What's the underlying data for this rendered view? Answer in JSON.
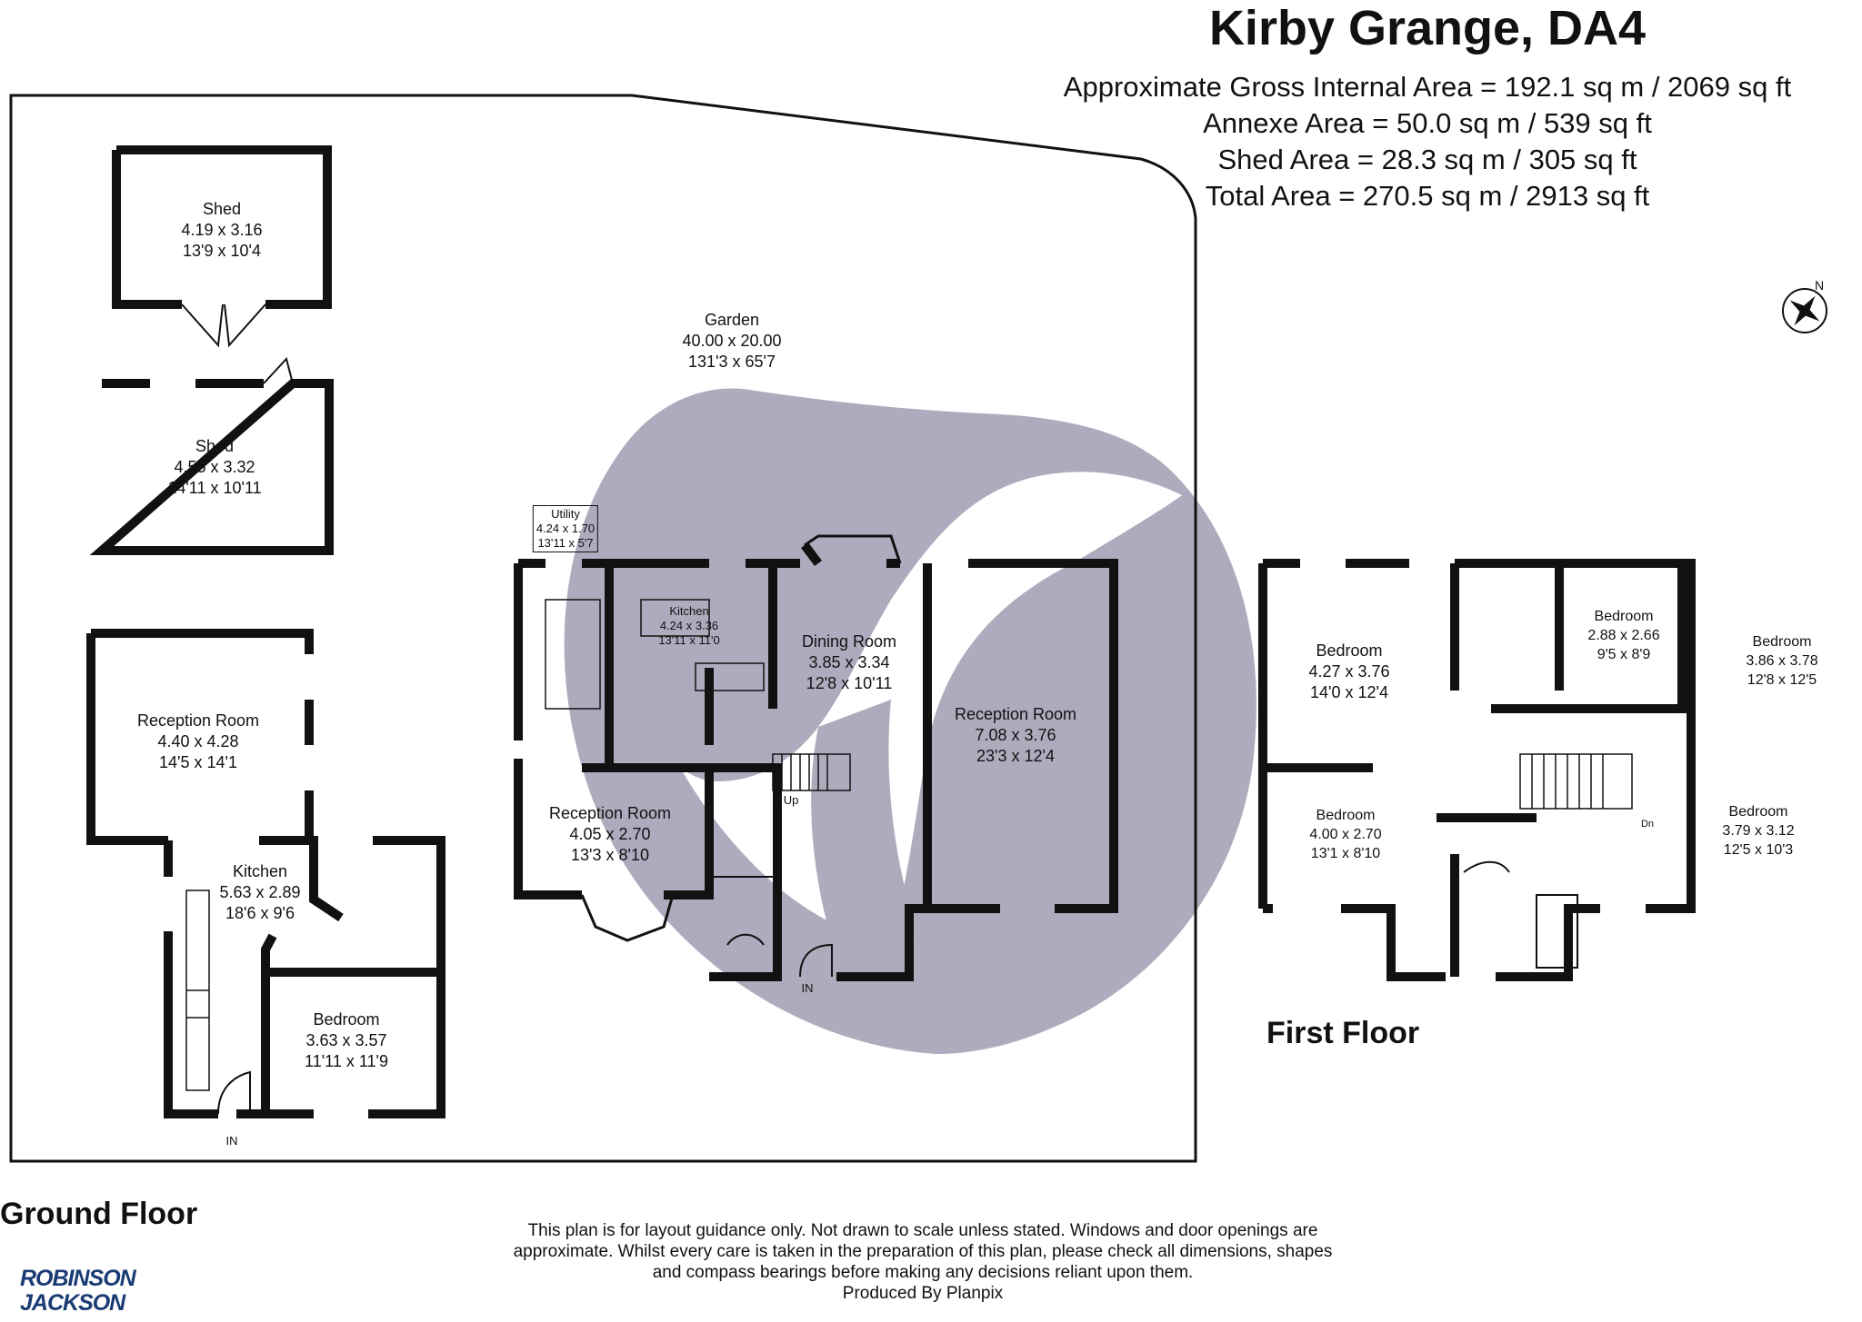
{
  "header": {
    "title": "Kirby Grange, DA4",
    "areas": [
      "Approximate Gross Internal Area = 192.1 sq m / 2069 sq ft",
      "Annexe Area = 50.0 sq m / 539 sq ft",
      "Shed Area = 28.3 sq m / 305 sq ft",
      "Total Area = 270.5 sq m / 2913 sq ft"
    ]
  },
  "compass_letter": "N",
  "floors": {
    "ground": "Ground Floor",
    "first": "First Floor"
  },
  "rooms": {
    "shed1": {
      "name": "Shed",
      "metric": "4.19 x 3.16",
      "imperial": "13'9 x 10'4"
    },
    "shed2": {
      "name": "Shed",
      "metric": "4.55 x 3.32",
      "imperial": "14'11 x 10'11"
    },
    "garden": {
      "name": "Garden",
      "metric": "40.00 x 20.00",
      "imperial": "131'3 x 65'7"
    },
    "utility": {
      "name": "Utility",
      "metric": "4.24 x 1.70",
      "imperial": "13'11 x 5'7"
    },
    "kitchen_main": {
      "name": "Kitchen",
      "metric": "4.24 x 3.36",
      "imperial": "13'11 x 11'0"
    },
    "dining": {
      "name": "Dining Room",
      "metric": "3.85 x 3.34",
      "imperial": "12'8 x 10'11"
    },
    "reception_large": {
      "name": "Reception Room",
      "metric": "7.08 x 3.76",
      "imperial": "23'3 x 12'4"
    },
    "reception_front": {
      "name": "Reception Room",
      "metric": "4.05 x 2.70",
      "imperial": "13'3 x 8'10"
    },
    "annexe_reception": {
      "name": "Reception Room",
      "metric": "4.40 x 4.28",
      "imperial": "14'5 x 14'1"
    },
    "annexe_kitchen": {
      "name": "Kitchen",
      "metric": "5.63 x 2.89",
      "imperial": "18'6 x 9'6"
    },
    "annexe_bedroom": {
      "name": "Bedroom",
      "metric": "3.63 x 3.57",
      "imperial": "11'11 x 11'9"
    },
    "bed1": {
      "name": "Bedroom",
      "metric": "4.27 x 3.76",
      "imperial": "14'0 x 12'4"
    },
    "bed2": {
      "name": "Bedroom",
      "metric": "2.88 x 2.66",
      "imperial": "9'5 x 8'9"
    },
    "bed3": {
      "name": "Bedroom",
      "metric": "3.86 x 3.78",
      "imperial": "12'8 x 12'5"
    },
    "bed4": {
      "name": "Bedroom",
      "metric": "4.00 x 2.70",
      "imperial": "13'1 x 8'10"
    },
    "bed5": {
      "name": "Bedroom",
      "metric": "3.79 x 3.12",
      "imperial": "12'5 x 10'3"
    }
  },
  "markers": {
    "up": "Up",
    "dn": "Dn",
    "in": "IN"
  },
  "disclaimer": "This plan is for layout guidance only. Not drawn to scale unless stated. Windows and door openings are approximate. Whilst every care is taken in the preparation of this plan, please check all dimensions, shapes and compass bearings before making any decisions reliant upon them.",
  "produced_by": "Produced By Planpix",
  "logo": {
    "line1": "ROBINSON",
    "line2": "JACKSON"
  },
  "colors": {
    "wall": "#111111",
    "watermark": "#a9a8ba",
    "logo": "#1a3b73"
  }
}
